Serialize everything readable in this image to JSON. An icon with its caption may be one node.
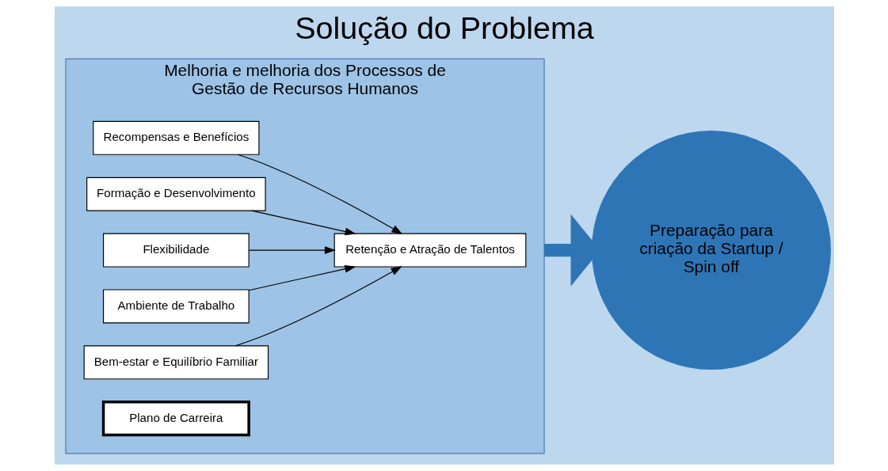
{
  "diagram": {
    "title": "Solução do Problema",
    "nodes": [
      {
        "text": [
          "Melhoria e melhoria dos Processos de Gestão de Recursos Humanos"
        ]
      },
      {
        "text": [
          "Recompensas e Benefícios"
        ],
        "in": 0
      },
      {
        "text": [
          "Formação e Desenvolvimento"
        ],
        "in": 0
      },
      {
        "text": [
          "Flexibilidade"
        ],
        "in": 0
      },
      {
        "text": [
          "Ambiente de Trabalho"
        ],
        "in": 0
      },
      {
        "text": [
          "Bem-estar e Equilíbrio Familiar"
        ],
        "in": 0
      },
      {
        "text": [
          "Retenção e Atração de Talentos"
        ],
        "in": 0
      },
      {
        "text": [
          "Plano de Carreira"
        ],
        "in": 0
      },
      {
        "text": [
          "Preparação para criação da Startup / Spin off"
        ]
      }
    ],
    "edges": [
      {
        "from": 1,
        "to": 6,
        "arrow": "to"
      },
      {
        "from": 2,
        "to": 6,
        "arrow": "to"
      },
      {
        "from": 3,
        "to": 6,
        "arrow": "to"
      },
      {
        "from": 4,
        "to": 6,
        "arrow": "to"
      },
      {
        "from": 5,
        "to": 6,
        "arrow": "to"
      },
      {
        "from": 0,
        "to": 8,
        "arrow": "to",
        "style": "thick",
        "color": "#2e75b6"
      }
    ]
  }
}
